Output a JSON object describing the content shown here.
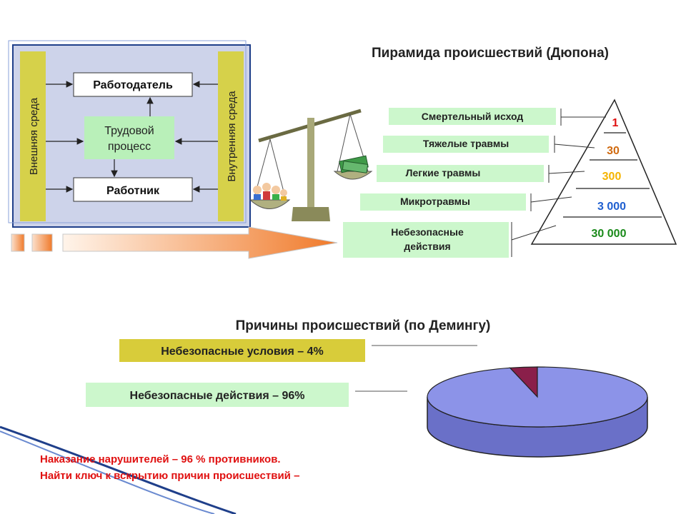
{
  "colors": {
    "panel": "#cdd3ea",
    "sidebar": "#d6d14a",
    "green": "#bff5bf",
    "pinkGreen": "#ccf7cc",
    "warn": "#d8cc3a",
    "arrow": "#f07a2a",
    "pie": "#8c93e8",
    "pieSlice": "#8a1f4a",
    "red": "#e01010"
  },
  "icons": {
    "scales": "balance-scales-icon",
    "people": "people-group-icon",
    "money": "money-stack-icon"
  },
  "left_panel": {
    "external_env": "Внешняя среда",
    "internal_env": "Внутренняя среда",
    "employer": "Работодатель",
    "work_process_1": "Трудовой",
    "work_process_2": "процесс",
    "worker": "Работник"
  },
  "pyramid": {
    "title": "Пирамида происшествий (Дюпона)",
    "levels": [
      {
        "label": "Смертельный исход",
        "value": "1",
        "color": "#e01010"
      },
      {
        "label": "Тяжелые травмы",
        "value": "30",
        "color": "#d06a10"
      },
      {
        "label": "Легкие травмы",
        "value": "300",
        "color": "#f5b400"
      },
      {
        "label": "Микротравмы",
        "value": "3 000",
        "color": "#1f5fd0"
      },
      {
        "label_1": "Небезопасные",
        "label_2": "действия",
        "value": "30 000",
        "color": "#1a8a1a"
      }
    ]
  },
  "deming": {
    "title": "Причины происшествий (по Демингу)",
    "unsafe_conditions": "Небезопасные условия – 4%",
    "unsafe_actions": "Небезопасные действия – 96%"
  },
  "chart_data": {
    "type": "pie",
    "title": "",
    "categories": [
      "Небезопасные условия",
      "Небезопасные действия"
    ],
    "values": [
      4,
      96
    ]
  },
  "footer": {
    "line1": "Наказание нарушителей – 96 % противников.",
    "line2": "Найти ключ к вскрытию причин происшествий –"
  }
}
